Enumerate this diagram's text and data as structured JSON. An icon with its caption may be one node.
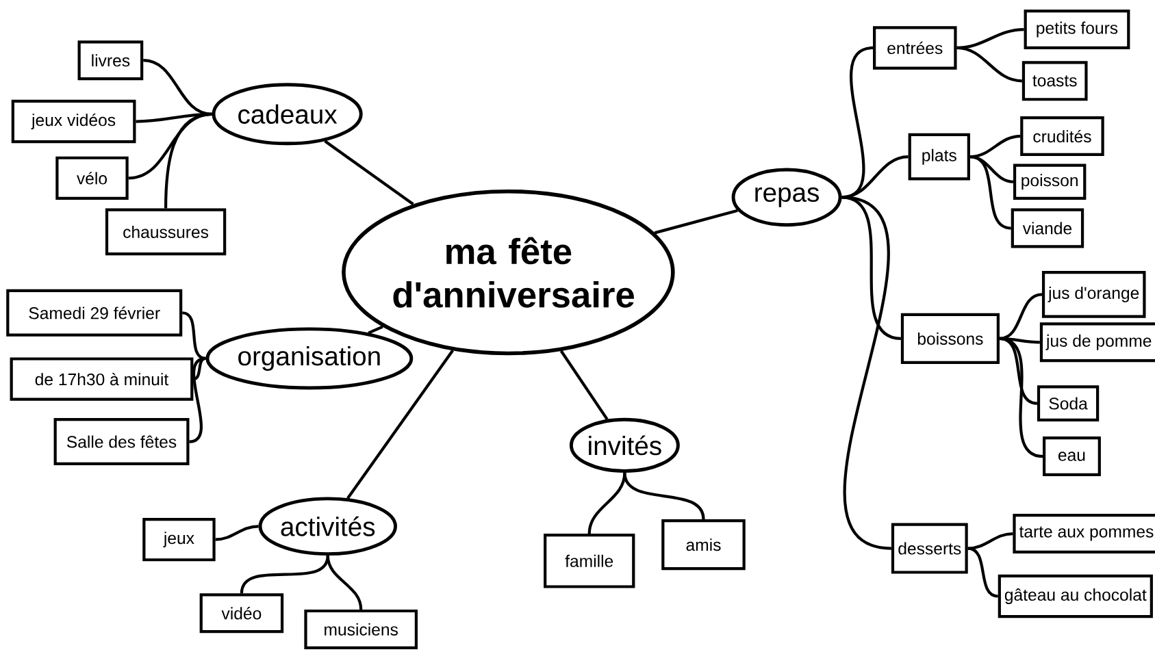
{
  "diagram": {
    "nodes": [
      {
        "text": [
          "ma fête d'anniversaire"
        ]
      },
      {
        "text": [
          "cadeaux"
        ]
      },
      {
        "text": [
          "livres"
        ]
      },
      {
        "text": [
          "jeux vidéos"
        ]
      },
      {
        "text": [
          "vélo"
        ]
      },
      {
        "text": [
          "chaussures"
        ]
      },
      {
        "text": [
          "organisation"
        ]
      },
      {
        "text": [
          "Samedi 29 février"
        ]
      },
      {
        "text": [
          "de 17h30 à minuit"
        ]
      },
      {
        "text": [
          "Salle des fêtes"
        ]
      },
      {
        "text": [
          "activités"
        ]
      },
      {
        "text": [
          "jeux"
        ]
      },
      {
        "text": [
          "vidéo"
        ]
      },
      {
        "text": [
          "musiciens"
        ]
      },
      {
        "text": [
          "invités"
        ]
      },
      {
        "text": [
          "famille"
        ]
      },
      {
        "text": [
          "amis"
        ]
      },
      {
        "text": [
          "repas"
        ]
      },
      {
        "text": [
          "entrées"
        ]
      },
      {
        "text": [
          "petits fours"
        ]
      },
      {
        "text": [
          "toasts"
        ]
      },
      {
        "text": [
          "plats"
        ]
      },
      {
        "text": [
          "crudités"
        ]
      },
      {
        "text": [
          "poisson"
        ]
      },
      {
        "text": [
          "viande"
        ]
      },
      {
        "text": [
          "boissons"
        ]
      },
      {
        "text": [
          "jus d'orange"
        ]
      },
      {
        "text": [
          "jus de pomme"
        ]
      },
      {
        "text": [
          "Soda"
        ]
      },
      {
        "text": [
          "eau"
        ]
      },
      {
        "text": [
          "desserts"
        ]
      },
      {
        "text": [
          "tarte aux pommes"
        ]
      },
      {
        "text": [
          "gâteau au chocolat"
        ]
      }
    ],
    "edges": [
      {
        "from": 0,
        "to": 1,
        "arrow": "none"
      },
      {
        "from": 1,
        "to": 2,
        "arrow": "none"
      },
      {
        "from": 1,
        "to": 3,
        "arrow": "none"
      },
      {
        "from": 1,
        "to": 4,
        "arrow": "none"
      },
      {
        "from": 1,
        "to": 5,
        "arrow": "none"
      },
      {
        "from": 0,
        "to": 6,
        "arrow": "none"
      },
      {
        "from": 6,
        "to": 7,
        "arrow": "none"
      },
      {
        "from": 6,
        "to": 8,
        "arrow": "none"
      },
      {
        "from": 6,
        "to": 9,
        "arrow": "none"
      },
      {
        "from": 0,
        "to": 10,
        "arrow": "none"
      },
      {
        "from": 10,
        "to": 11,
        "arrow": "none"
      },
      {
        "from": 10,
        "to": 12,
        "arrow": "none"
      },
      {
        "from": 10,
        "to": 13,
        "arrow": "none"
      },
      {
        "from": 0,
        "to": 14,
        "arrow": "none"
      },
      {
        "from": 14,
        "to": 15,
        "arrow": "none"
      },
      {
        "from": 14,
        "to": 16,
        "arrow": "none"
      },
      {
        "from": 0,
        "to": 17,
        "arrow": "none"
      },
      {
        "from": 17,
        "to": 18,
        "arrow": "none"
      },
      {
        "from": 18,
        "to": 19,
        "arrow": "none"
      },
      {
        "from": 18,
        "to": 20,
        "arrow": "none"
      },
      {
        "from": 17,
        "to": 21,
        "arrow": "none"
      },
      {
        "from": 21,
        "to": 22,
        "arrow": "none"
      },
      {
        "from": 21,
        "to": 23,
        "arrow": "none"
      },
      {
        "from": 21,
        "to": 24,
        "arrow": "none"
      },
      {
        "from": 17,
        "to": 25,
        "arrow": "none"
      },
      {
        "from": 25,
        "to": 26,
        "arrow": "none"
      },
      {
        "from": 25,
        "to": 27,
        "arrow": "none"
      },
      {
        "from": 25,
        "to": 28,
        "arrow": "none"
      },
      {
        "from": 25,
        "to": 29,
        "arrow": "none"
      },
      {
        "from": 17,
        "to": 30,
        "arrow": "none"
      },
      {
        "from": 30,
        "to": 31,
        "arrow": "none"
      },
      {
        "from": 30,
        "to": 32,
        "arrow": "none"
      }
    ]
  }
}
